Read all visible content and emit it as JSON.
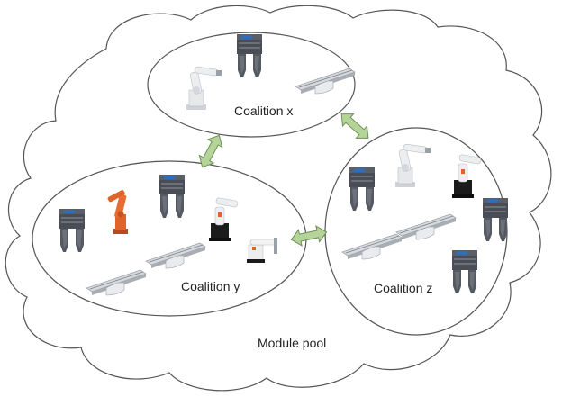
{
  "pool": {
    "label": "Module pool"
  },
  "coalitions": [
    {
      "id": "x",
      "label": "Coalition x"
    },
    {
      "id": "y",
      "label": "Coalition y"
    },
    {
      "id": "z",
      "label": "Coalition z"
    }
  ],
  "colors": {
    "outline": "#555555",
    "arrow_fill": "#b5d49a",
    "arrow_stroke": "#6e8f53",
    "gripper_body": "#4a4d55",
    "gripper_label": "#2a6fc4",
    "rail": "#c7cbd0",
    "robot_white": "#e6e8ea",
    "robot_orange": "#e0632a",
    "scara_white": "#eeeeee",
    "scara_base": "#1b1b1b"
  }
}
